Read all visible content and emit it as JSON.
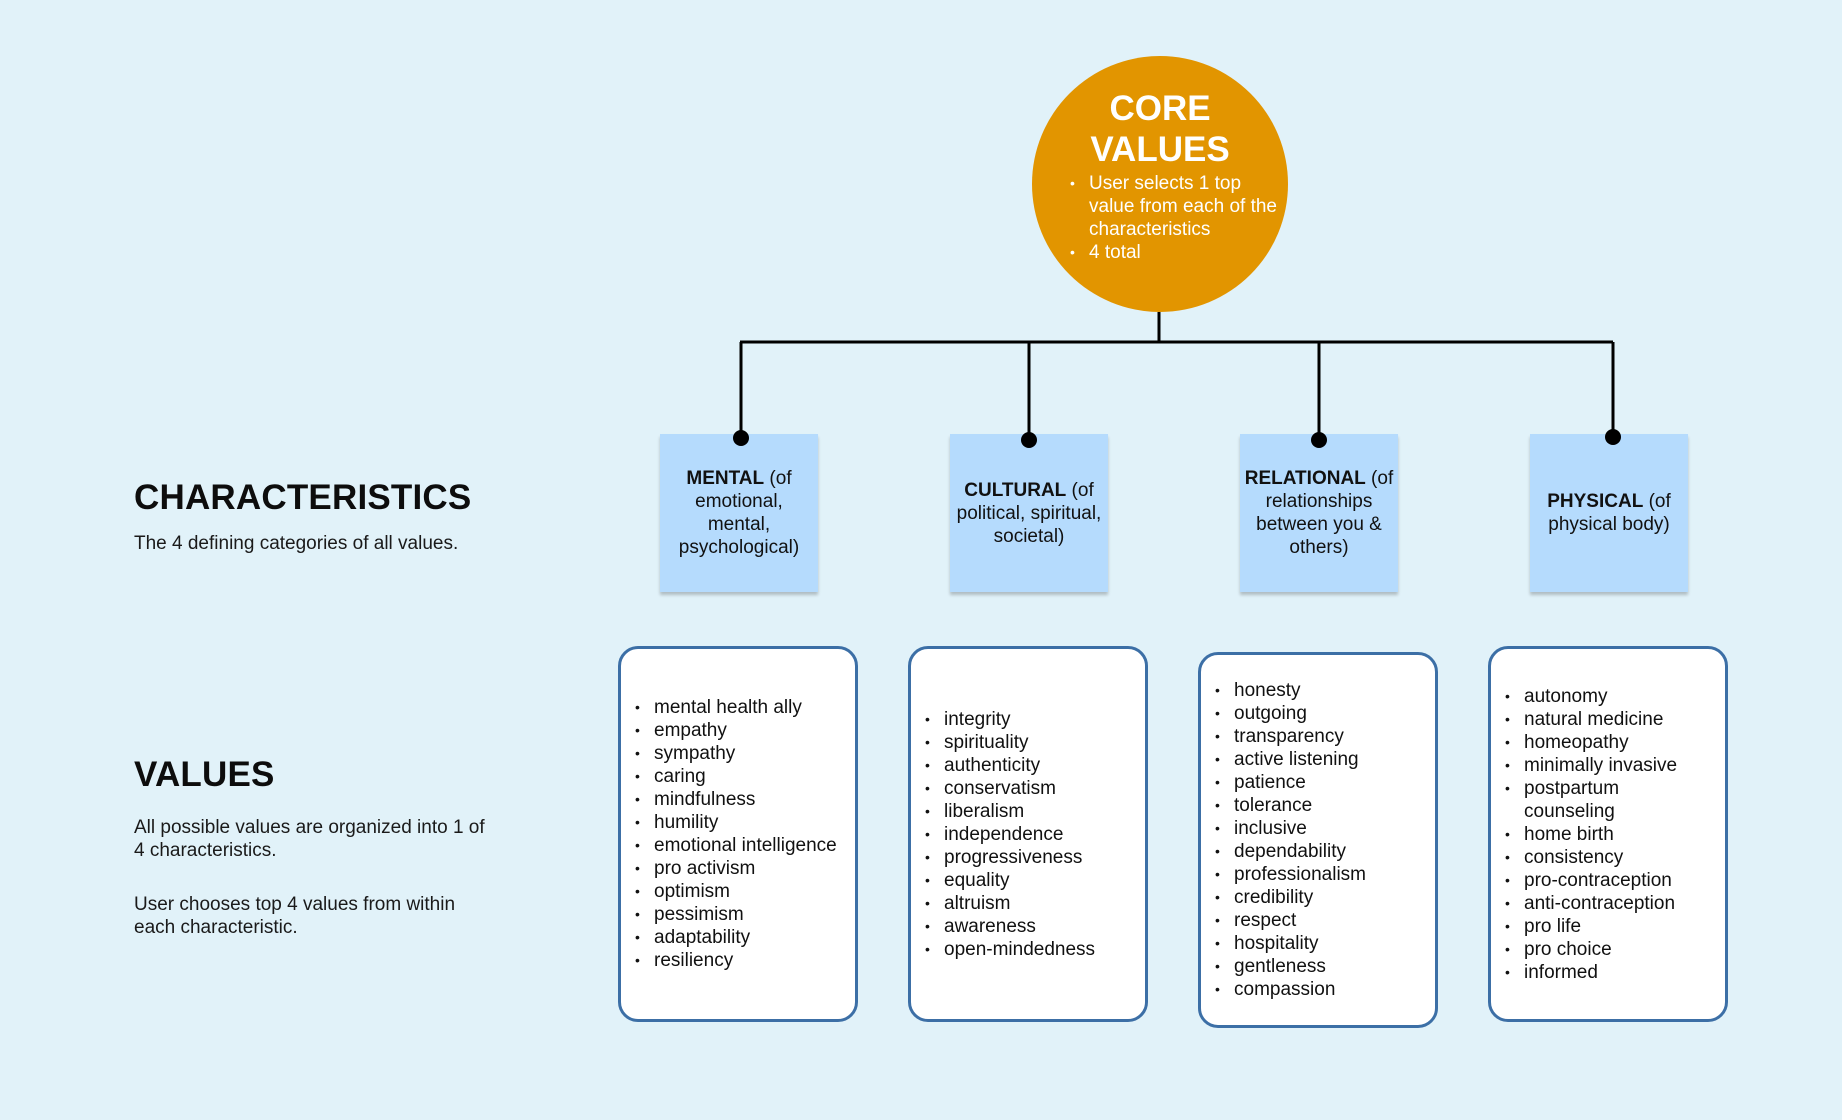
{
  "core": {
    "title_line1": "CORE",
    "title_line2": "VALUES",
    "bullets": [
      "User selects 1 top value from each of the characteristics",
      "4 total"
    ]
  },
  "left": {
    "characteristics_title": "CHARACTERISTICS",
    "characteristics_desc": "The 4 defining categories of all values.",
    "values_title": "VALUES",
    "values_desc_1": "All possible values are organized into 1 of 4 characteristics.",
    "values_desc_2": "User chooses top 4 values from within each characteristic."
  },
  "characteristics": [
    {
      "name": "MENTAL",
      "qualifier": " (of emotional, mental, psychological)",
      "values": [
        "mental health ally",
        "empathy",
        "sympathy",
        "caring",
        "mindfulness",
        "humility",
        "emotional intelligence",
        "pro activism",
        "optimism",
        "pessimism",
        "adaptability",
        "resiliency"
      ]
    },
    {
      "name": "CULTURAL",
      "qualifier": " (of political, spiritual, societal)",
      "values": [
        "integrity",
        "spirituality",
        "authenticity",
        "conservatism",
        "liberalism",
        "independence",
        "progressiveness",
        "equality",
        "altruism",
        "awareness",
        "open-mindedness"
      ]
    },
    {
      "name": "RELATIONAL",
      "qualifier": " (of relationships between you & others)",
      "values": [
        "honesty",
        "outgoing",
        "transparency",
        "active listening",
        "patience",
        "tolerance",
        "inclusive",
        "dependability",
        "professionalism",
        "credibility",
        "respect",
        "hospitality",
        "gentleness",
        "compassion"
      ]
    },
    {
      "name": "PHYSICAL",
      "qualifier": " (of physical body)",
      "values": [
        "autonomy",
        "natural medicine",
        "homeopathy",
        "minimally invasive",
        "postpartum counseling",
        "home birth",
        "consistency",
        "pro-contraception",
        "anti-contraception",
        "pro life",
        "pro choice",
        "informed"
      ]
    }
  ],
  "colors": {
    "background": "#e1f2f9",
    "core_circle": "#e29500",
    "characteristic_box": "#b5dbfd",
    "card_border": "#3c6fa6"
  }
}
